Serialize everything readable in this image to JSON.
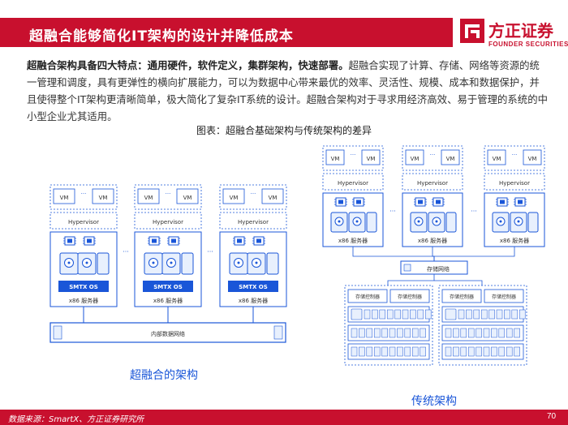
{
  "header": {
    "title": "超融合能够简化IT架构的设计并降低成本",
    "brand_cn": "方正证券",
    "brand_en": "FOUNDER SECURITIES"
  },
  "summary": {
    "lead": "超融合架构具备四大特点：通用硬件，软件定义，集群架构，快速部署。",
    "body": "超融合实现了计算、存储、网络等资源的统一管理和调度，具有更弹性的横向扩展能力，可以为数据中心带来最优的效率、灵活性、规模、成本和数据保护，并且使得整个IT架构更清晰简单，极大简化了复杂IT系统的设计。超融合架构对于寻求用经济高效、易于管理的系统的中小型企业尤其适用。"
  },
  "figure": {
    "caption": "图表：超融合基础架构与传统架构的差异",
    "hci": {
      "vm_label": "VM",
      "ellipsis": "···",
      "hypervisor_label": "Hypervisor",
      "os_label": "SMTX OS",
      "server_label": "x86 服务器",
      "network_label": "内部数据网络",
      "title": "超融合的架构"
    },
    "traditional": {
      "vm_label": "VM",
      "ellipsis": "···",
      "hypervisor_label": "Hypervisor",
      "server_label": "x86 服务器",
      "network_label": "存储网络",
      "controller_label": "存储控制器",
      "title": "传统架构"
    }
  },
  "footer": {
    "source": "数据来源：SmartX、方正证券研究所",
    "page": "70"
  },
  "colors": {
    "brand_red": "#c8102e",
    "diagram_blue": "#1a56d8",
    "light_blue": "#e8f0fd"
  }
}
